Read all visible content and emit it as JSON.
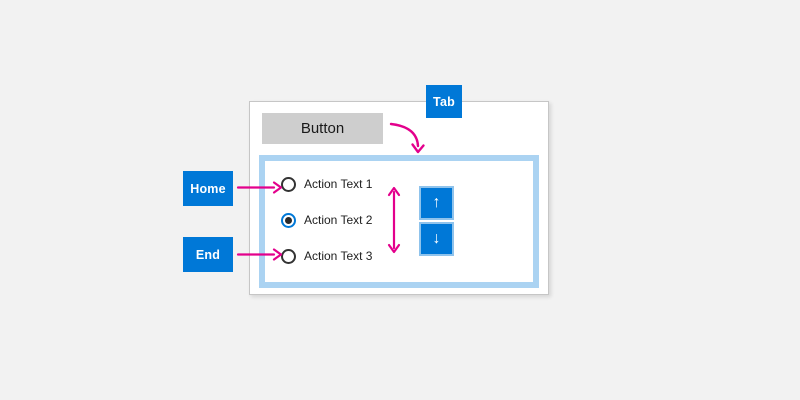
{
  "diagram": {
    "keys": {
      "tab": "Tab",
      "home": "Home",
      "end": "End"
    },
    "button_label": "Button",
    "radio_group": {
      "items": [
        {
          "label": "Action Text 1",
          "selected": false
        },
        {
          "label": "Action Text 2",
          "selected": true
        },
        {
          "label": "Action Text 3",
          "selected": false
        }
      ]
    },
    "spinner": {
      "up_icon": "↑",
      "down_icon": "↓"
    },
    "colors": {
      "background": "#f2f2f2",
      "accent_blue": "#0078d7",
      "arrow_magenta": "#e3008c",
      "inner_panel_border": "#abd3f2",
      "button_gray": "#cecece",
      "panel_border": "#c6c6c6"
    }
  }
}
